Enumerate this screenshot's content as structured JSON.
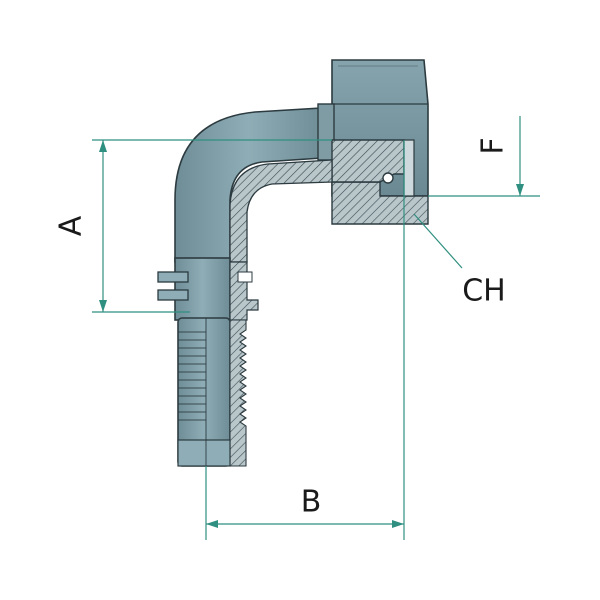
{
  "labels": {
    "a": "A",
    "b": "B",
    "f": "F",
    "ch": "CH"
  },
  "colors": {
    "dimension_line": "#2f8f80",
    "body_fill": "#7c9aa3",
    "body_fill_light": "#94b1b9",
    "body_fill_dark": "#5f7c86",
    "section_fill": "#b9c7cb",
    "outline": "#2c3b40",
    "hatch": "#3a4a4f"
  }
}
